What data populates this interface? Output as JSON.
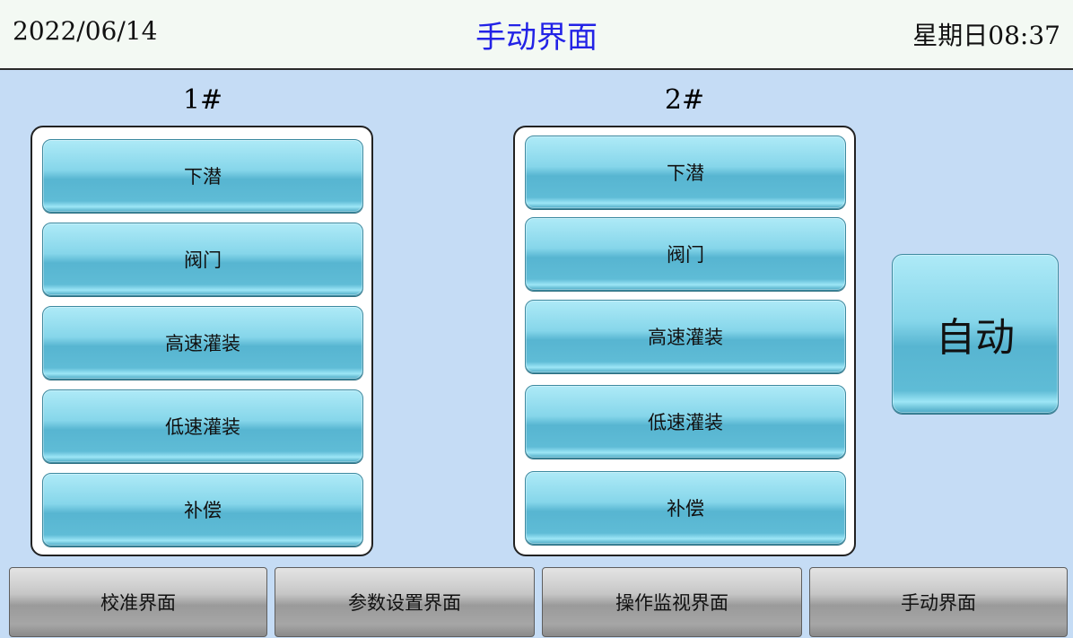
{
  "header": {
    "date": "2022/06/14",
    "title": "手动界面",
    "weekday_time": "星期日08:37"
  },
  "groups": [
    {
      "title": "1#",
      "buttons": [
        "下潜",
        "阀门",
        "高速灌装",
        "低速灌装",
        "补偿"
      ]
    },
    {
      "title": "2#",
      "buttons": [
        "下潜",
        "阀门",
        "高速灌装",
        "低速灌装",
        "补偿"
      ]
    }
  ],
  "auto_button": {
    "label": "自动"
  },
  "bottom_nav": [
    {
      "label": "校准界面"
    },
    {
      "label": "参数设置界面"
    },
    {
      "label": "操作监视界面"
    },
    {
      "label": "手动界面"
    }
  ],
  "colors": {
    "title": "#2323e6",
    "background": "#c5dcf5",
    "header_bg": "#f3f9f3",
    "button_cyan": "#86d6ea",
    "nav_gray": "#a6a6a6"
  }
}
